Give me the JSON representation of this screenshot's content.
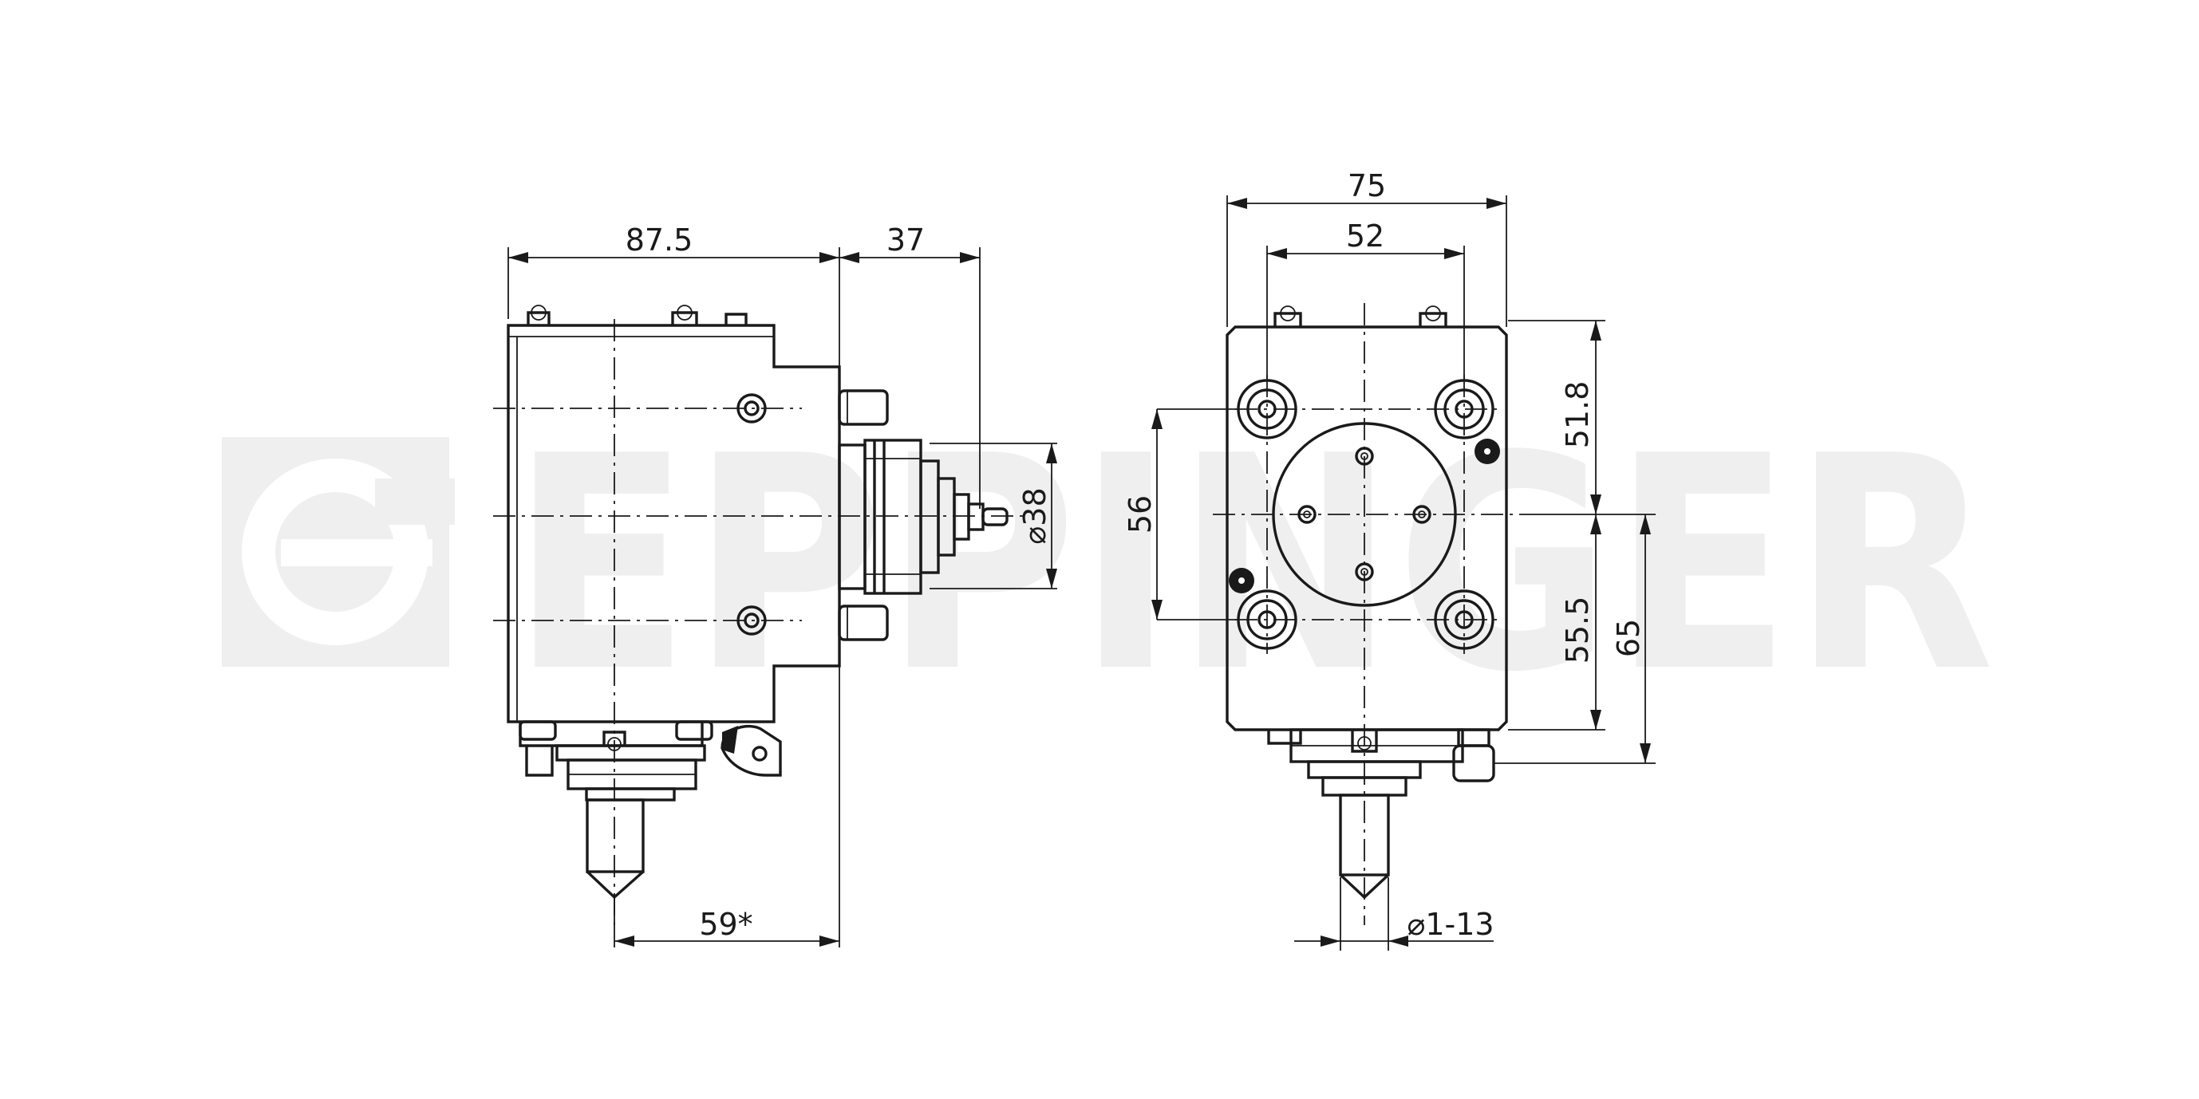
{
  "watermark": {
    "text": "EPPINGER",
    "color": "#efefef"
  },
  "dimensions": {
    "side_view": {
      "length": "87.5",
      "projection": "37",
      "diameter": "⌀38",
      "offset": "59*"
    },
    "front_view": {
      "width": "75",
      "hole_spacing": "52",
      "vertical_spacing": "56",
      "upper_height": "51.8",
      "lower_height": "55.5",
      "total_height": "65",
      "spindle_range": "⌀1-13"
    }
  },
  "colors": {
    "line": "#1a1a1a",
    "background": "#ffffff"
  }
}
